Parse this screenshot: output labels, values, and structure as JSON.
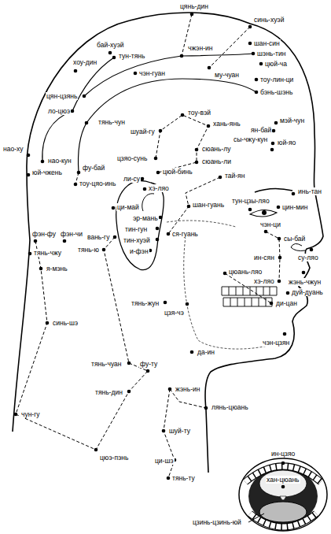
{
  "diagram": {
    "labels": [
      "бай-хуэй",
      "цянь-дин",
      "синь-хуэй",
      "хоу-дин",
      "тун-тянь",
      "чжэн-ин",
      "шан-син",
      "шэнь-тин",
      "цюй-ча",
      "чэн-гуан",
      "му-чуан",
      "тоу-лин-ци",
      "бэнь-шэнь",
      "цян-цзянь",
      "ло-цюэ",
      "тянь-чун",
      "тоу-вэй",
      "хань-янь",
      "шуай-гу",
      "мэй-чун",
      "ян-бай",
      "юй-яо",
      "сы-чжу-кун",
      "сюань-лу",
      "нао-ху",
      "нао-кун",
      "юй-чжень",
      "фу-бай",
      "цзяо-сунь",
      "сюань-ли",
      "цюй-бинь",
      "тай-ян",
      "тоу-цяо-инь",
      "ли-су",
      "хэ-ляо",
      "инь-тан",
      "цин-мин",
      "тун-цзы-ляо",
      "шан-гуань",
      "ци-май",
      "эр-мань",
      "чэн-ци",
      "тин-гун",
      "ся-гуань",
      "сы-бай",
      "фэн-фу",
      "фэн-чи",
      "вань-гу",
      "тин-хуэй",
      "тянь-ю",
      "тянь-чжу",
      "и-фэн",
      "ин-сян",
      "су-ляо",
      "цюань-ляо",
      "хэ-ляо",
      "жэнь-чжун",
      "я-мэнь",
      "дуй-дуань",
      "тянь-жун",
      "ди-цан",
      "цзя-чэ",
      "синь-шэ",
      "да-ин",
      "чэн-цзян",
      "тянь-чуан",
      "фу-ту",
      "жэнь-ин",
      "тянь-дин",
      "лянь-цюань",
      "чун-гу",
      "шуй-ту",
      "цюэ-пэнь",
      "ци-шэ",
      "тянь-ту",
      "ин-цзяо",
      "хан-цюань",
      "цзинь-цзинь-юй"
    ]
  }
}
